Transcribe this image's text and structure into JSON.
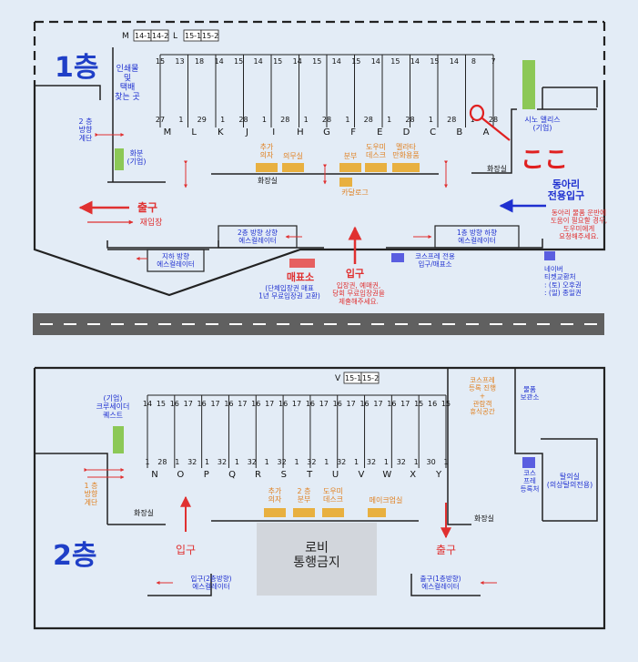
{
  "floor1": {
    "title": "1층",
    "row_labels": [
      "M",
      "14-1",
      "14-2",
      "L",
      "15-1",
      "15-2"
    ],
    "top_numbers": [
      "15",
      "13",
      "18",
      "14",
      "15",
      "14",
      "15",
      "14",
      "15",
      "14",
      "15",
      "14",
      "15",
      "14",
      "15",
      "14",
      "8",
      "7"
    ],
    "bottom_numbers": [
      "27",
      "1",
      "29",
      "1",
      "28",
      "1",
      "28",
      "1",
      "28",
      "1",
      "28",
      "1",
      "28",
      "1",
      "28",
      "1",
      "28"
    ],
    "bottom_letters": [
      "M",
      "L",
      "K",
      "J",
      "I",
      "H",
      "G",
      "F",
      "E",
      "D",
      "C",
      "B",
      "A"
    ],
    "printing": "인쇄물\n및\n택배\n찾는 곳",
    "stairs": "2 층\n방향\n계단",
    "rental": "화분\n(기업)",
    "chair": "추가\n의자",
    "medical": "의무실",
    "division": "분부",
    "domi_desk": "도우미\n데스크",
    "malletta": "멜라타\n만화용품",
    "catalog": "카달로그",
    "restroom_left": "화장실",
    "restroom_right": "화장실",
    "sinno": "시노 앨리스\n(기업)",
    "here": "ここ",
    "exit": "출구",
    "reentry": "재입장",
    "club_entrance": "동아리\n전용입구",
    "club_note": "동아리 물품 운반에\n도움이 필요할 경우,\n도우미에게\n요청해주세요.",
    "esc_up": "2층 방향 상향\n에스컬레이터",
    "esc_down": "1층 방향 하향\n에스컬레이터",
    "basement_esc": "지하 방향\n에스컬레이터",
    "ticket_office": "매표소",
    "ticket_note": "(단체입장권 매표\n1년 무료입장권 교환)",
    "entrance": "입구",
    "entrance_note": "입장권, 예매권,\n당회 무료입장권을\n제출해주세요.",
    "cosplay_ticket": "코스프레 전용\n입구/매표소",
    "naver": "네이버\n티켓교환처\n: (토) 오후권\n: (일) 종일권"
  },
  "floor2": {
    "title": "2층",
    "row_label": [
      "V",
      "15-1",
      "15-2"
    ],
    "top_numbers": [
      "14",
      "15",
      "16",
      "17",
      "16",
      "17",
      "16",
      "17",
      "16",
      "17",
      "16",
      "17",
      "16",
      "17",
      "16",
      "17",
      "16",
      "17",
      "16",
      "17",
      "15",
      "16",
      "15"
    ],
    "bottom_numbers": [
      "1",
      "28",
      "1",
      "32",
      "1",
      "32",
      "1",
      "32",
      "1",
      "32",
      "1",
      "32",
      "1",
      "32",
      "1",
      "32",
      "1",
      "32",
      "1",
      "30",
      "1"
    ],
    "bottom_letters": [
      "N",
      "O",
      "P",
      "Q",
      "R",
      "S",
      "T",
      "U",
      "V",
      "W",
      "X",
      "Y"
    ],
    "croquis": "(기업)\n크루세이더\n퀘스트",
    "stairs": "1 층\n방향\n계단",
    "cosplay_changing": "코스프레\n등록 진행\n+\n관람객\n휴식공간",
    "cosplay_storage": "물품\n보관소",
    "cosplay_reg": "코스\n프레\n등록처",
    "fitting_room": "탈의실\n(의상탈의전용)",
    "chair": "추가\n의자",
    "division": "2 층\n분부",
    "domi_desk": "도우미\n데스크",
    "makeup": "메이크업실",
    "restroom_left": "화장실",
    "restroom_right": "화장실",
    "entrance": "입구",
    "exit": "출구",
    "lobby": "로비\n통행금지",
    "esc_up": "입구(2층방향)\n에스컬레이터",
    "esc_down": "출구(1층방향)\n에스컬레이터"
  },
  "colors": {
    "background": "#e3ecf6",
    "floor_title": "#1f3fc7",
    "booth_orange": "#e8b040",
    "ticket_red": "#e66060",
    "sinno_green": "#8cc856",
    "cosplay_blue": "#5a5ee0",
    "lobby_gray": "#d2d6dc",
    "road": "#606060",
    "arrow_red": "#e03030",
    "arrow_blue": "#1e2fd0"
  }
}
